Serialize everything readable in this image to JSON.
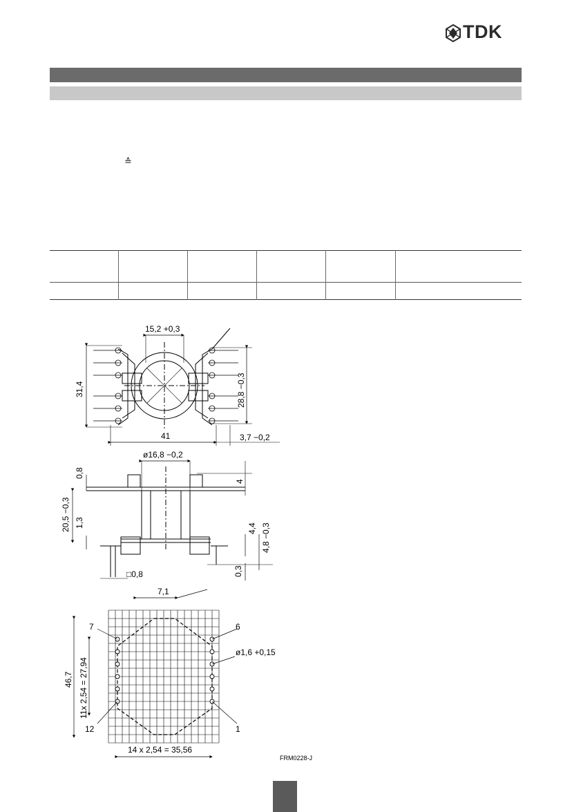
{
  "header": {
    "brand": "TDK",
    "brand_color": "#2b2b2b",
    "bar_dark_color": "#6b6b6b",
    "bar_light_color": "#c8c8c8"
  },
  "body": {
    "corresponds_symbol": "≙"
  },
  "table": {
    "columns": 6,
    "rows": 2
  },
  "drawing": {
    "top_view": {
      "dim_width_inner": "15,2 +0,3",
      "dim_height_left": "31,4",
      "dim_height_right": "28,8 −0,3",
      "dim_width_total": "41",
      "dim_pin_offset": "3,7 −0,2"
    },
    "side_view": {
      "dim_diameter": "ø16,8 −0,2",
      "dim_flange_top": "0,8",
      "dim_top_height": "4",
      "dim_total_height": "20,5 −0,3",
      "dim_flange_bottom": "1,3",
      "dim_pin_height_a": "4,4",
      "dim_pin_height_b": "4,8 −0,3",
      "dim_pin_square": "□0,8",
      "dim_pin_extra": "0,3"
    },
    "footprint": {
      "dim_pitch_top": "7,1",
      "dim_height": "46,7",
      "dim_pin_rows": "11x 2,54 = 27,94",
      "dim_hole": "ø1,6 +0,15",
      "dim_pin_cols": "14 x 2,54 = 35,56",
      "pin_7": "7",
      "pin_6": "6",
      "pin_12": "12",
      "pin_1": "1"
    },
    "figure_code": "FRM0228-J"
  }
}
